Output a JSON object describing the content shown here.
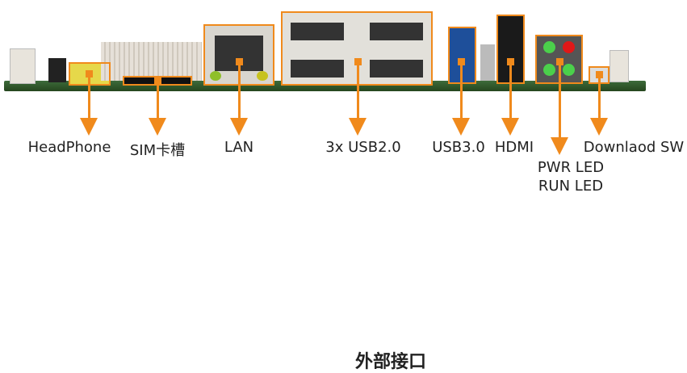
{
  "labels": {
    "headphone": "HeadPhone",
    "sim": "SIM卡槽",
    "lan": "LAN",
    "usb2": "3x USB2.0",
    "usb3": "USB3.0",
    "hdmi": "HDMI",
    "download": "Downlaod SW",
    "pwr_led": "PWR LED",
    "run_led": "RUN LED"
  },
  "title": "外部接口",
  "colors": {
    "accent": "#f08a1c",
    "board": "#2f5a2b"
  }
}
